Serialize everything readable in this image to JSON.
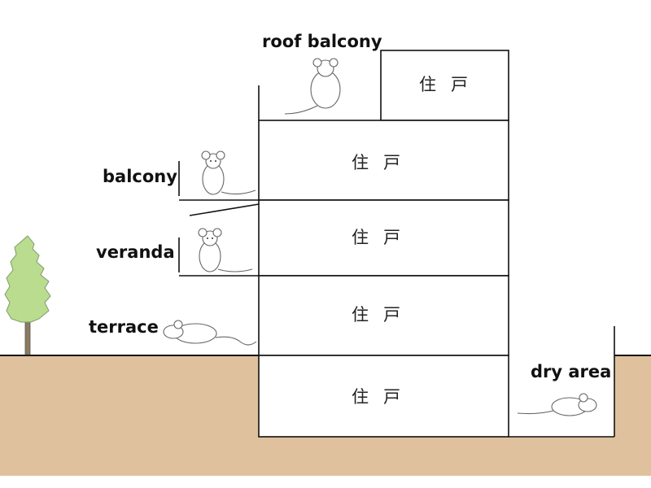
{
  "labels": {
    "roof_balcony": "roof balcony",
    "balcony": "balcony",
    "veranda": "veranda",
    "terrace": "terrace",
    "dry_area": "dry area"
  },
  "units": {
    "top": "住戸",
    "floor3": "住戸",
    "floor2": "住戸",
    "floor1": "住戸",
    "basement": "住戸"
  },
  "icons": {
    "mouse": "mouse-icon",
    "tree": "tree-icon"
  },
  "colors": {
    "ground": "#dfc29d",
    "line": "#111111",
    "tree": "#b9dc8f"
  }
}
